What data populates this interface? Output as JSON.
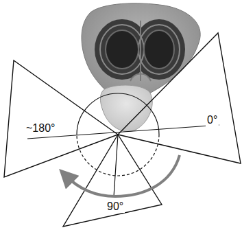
{
  "diagram": {
    "labels": [
      "~180°",
      "0°",
      "90°"
    ]
  }
}
